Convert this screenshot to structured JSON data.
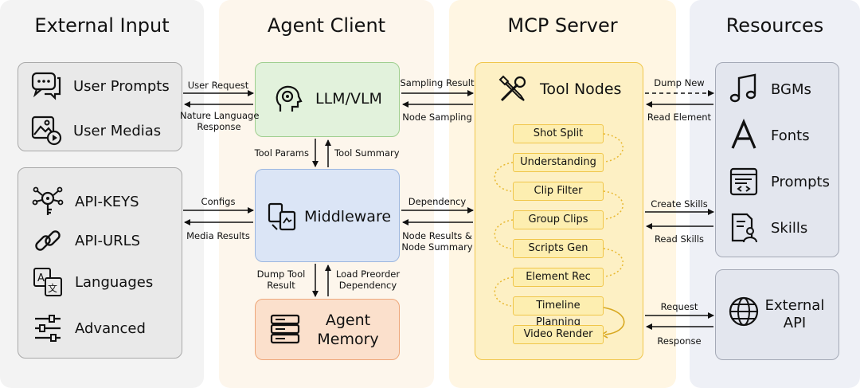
{
  "columns": {
    "external_input": "External Input",
    "agent_client": "Agent Client",
    "mcp_server": "MCP Server",
    "resources": "Resources"
  },
  "external_input": {
    "group1": [
      "User Prompts",
      "User Medias"
    ],
    "group2": [
      "API-KEYS",
      "API-URLS",
      "Languages",
      "Advanced"
    ]
  },
  "agent_client": {
    "llm": "LLM/VLM",
    "middleware": "Middleware",
    "memory_line1": "Agent",
    "memory_line2": "Memory"
  },
  "mcp_server": {
    "tool_nodes": "Tool Nodes",
    "nodes": [
      "Shot Split",
      "Understanding",
      "Clip Filter",
      "Group Clips",
      "Scripts Gen",
      "Element Rec",
      "Timeline Planning",
      "Video Render"
    ]
  },
  "resources": {
    "items": [
      "BGMs",
      "Fonts",
      "Prompts",
      "Skills"
    ],
    "external_api_line1": "External",
    "external_api_line2": "API"
  },
  "arrows": {
    "user_request": "User Request",
    "nature_language_1": "Nature Language",
    "nature_language_2": "Response",
    "configs": "Configs",
    "media_results": "Media Results",
    "tool_params": "Tool Params",
    "tool_summary": "Tool Summary",
    "dump_tool_1": "Dump Tool",
    "dump_tool_2": "Result",
    "load_preorder_1": "Load Preorder",
    "load_preorder_2": "Dependency",
    "sampling_result": "Sampling Result",
    "node_sampling": "Node Sampling",
    "dependency": "Dependency",
    "node_results_1": "Node Results &",
    "node_results_2": "Node Summary",
    "dump_new": "Dump New",
    "read_element": "Read Element",
    "create_skills": "Create Skills",
    "read_skills": "Read Skills",
    "request": "Request",
    "response": "Response"
  },
  "colors": {
    "external_bg": "#f3f3f3",
    "client_bg": "#fdf6ec",
    "server_bg": "#fff6e3",
    "resources_bg": "#eef0f6",
    "llm_fill": "#e2f2dc",
    "middleware_fill": "#dbe5f6",
    "memory_fill": "#fbe0cc",
    "server_box_fill": "#fdf0c4",
    "node_fill": "#fdeeb0"
  }
}
